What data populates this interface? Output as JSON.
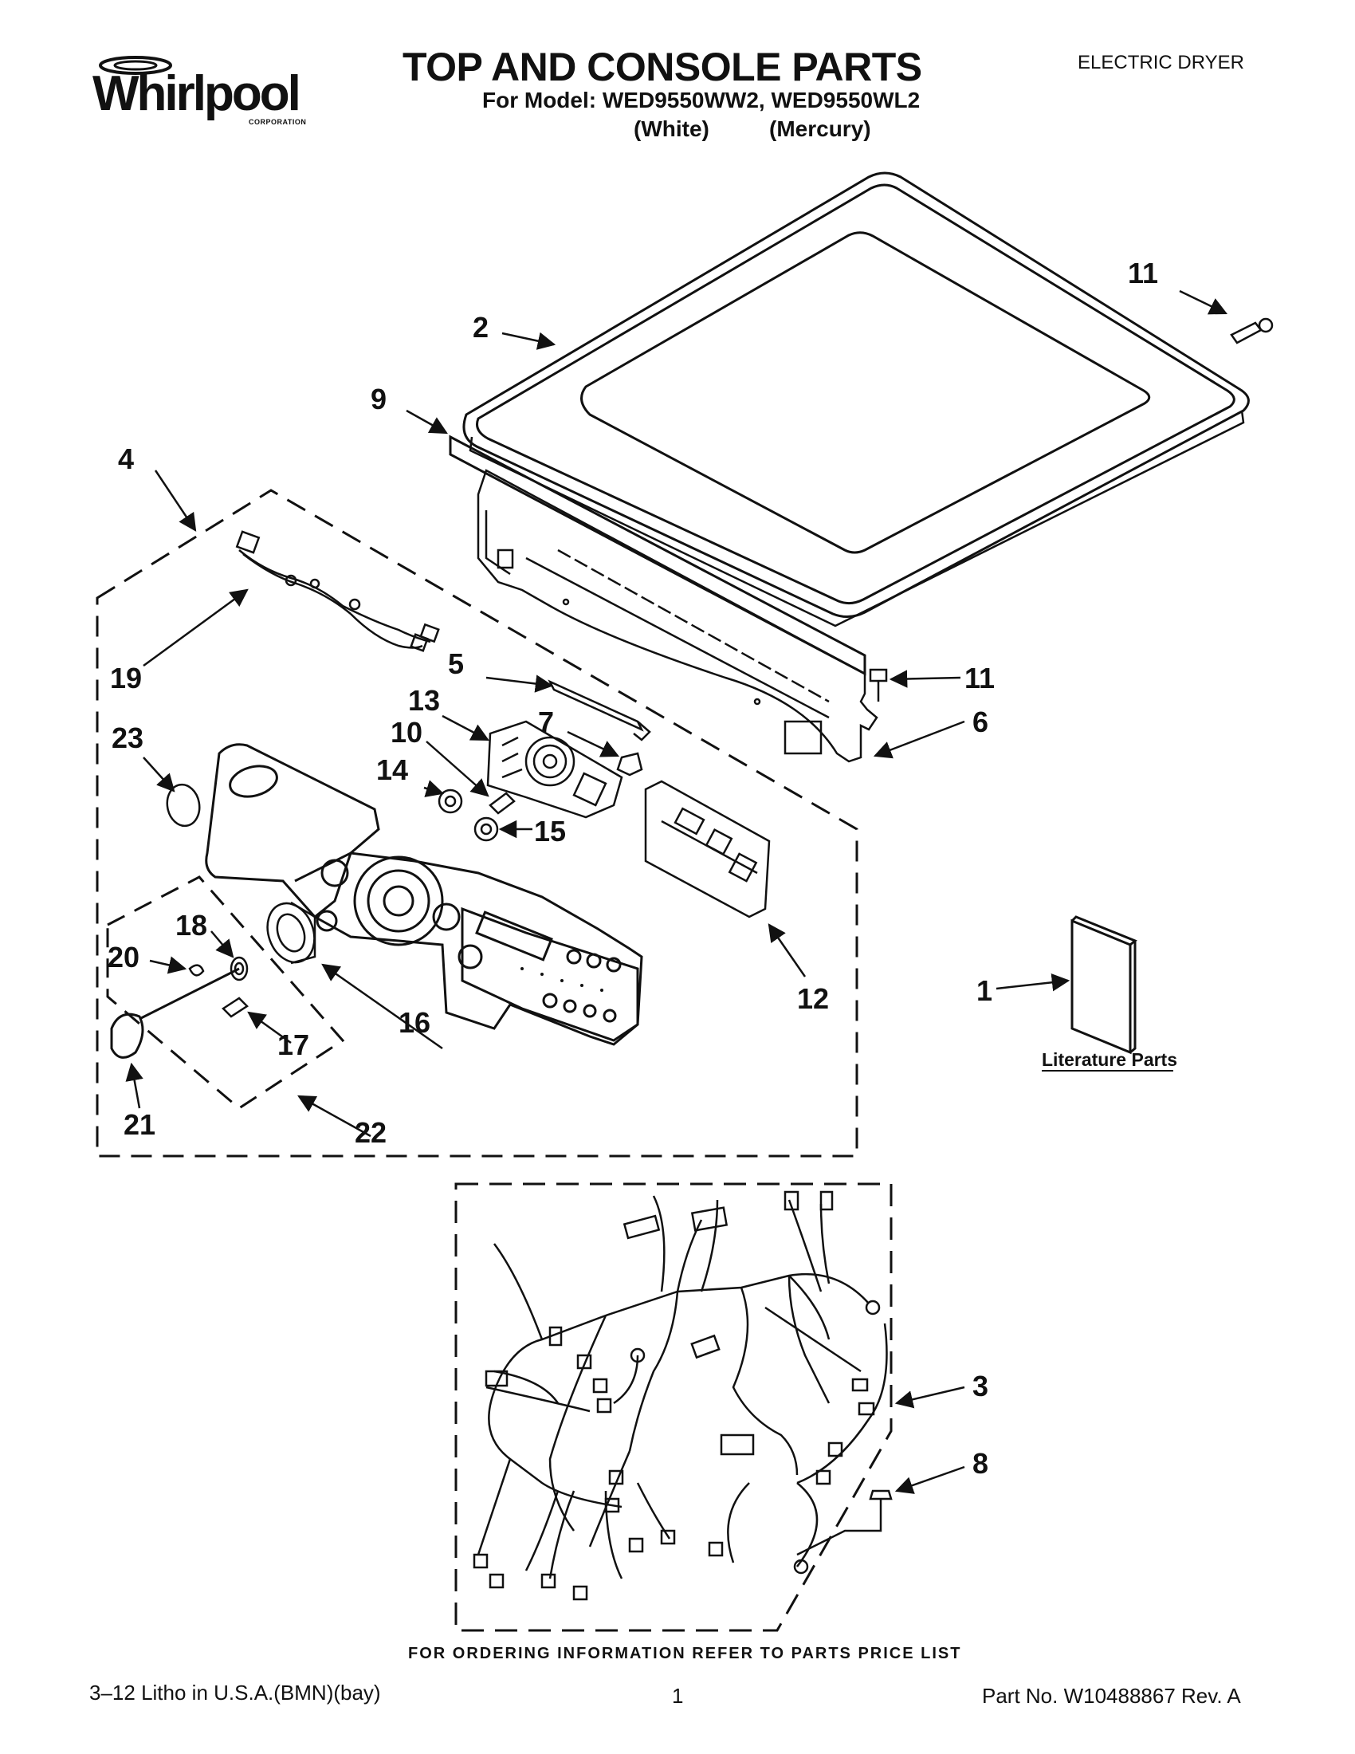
{
  "header": {
    "brand": "Whirlpool",
    "brand_sub": "CORPORATION",
    "title": "TOP AND CONSOLE PARTS",
    "model_line": "For Model: WED9550WW2, WED9550WL2",
    "color_white": "(White)",
    "color_mercury": "(Mercury)",
    "product_type": "ELECTRIC DRYER"
  },
  "callouts": {
    "c1": "1",
    "c2": "2",
    "c3": "3",
    "c4": "4",
    "c5": "5",
    "c6": "6",
    "c7": "7",
    "c8": "8",
    "c9": "9",
    "c10": "10",
    "c11a": "11",
    "c11b": "11",
    "c12": "12",
    "c13": "13",
    "c14": "14",
    "c15": "15",
    "c16": "16",
    "c17": "17",
    "c18": "18",
    "c19": "19",
    "c20": "20",
    "c21": "21",
    "c22": "22",
    "c23": "23"
  },
  "literature_label": "Literature Parts",
  "ordering_note": "FOR ORDERING INFORMATION REFER TO PARTS PRICE LIST",
  "footer": {
    "litho": "3–12 Litho in U.S.A.(BMN)(bay)",
    "page": "1",
    "part_no": "Part No. W10488867 Rev. A"
  }
}
